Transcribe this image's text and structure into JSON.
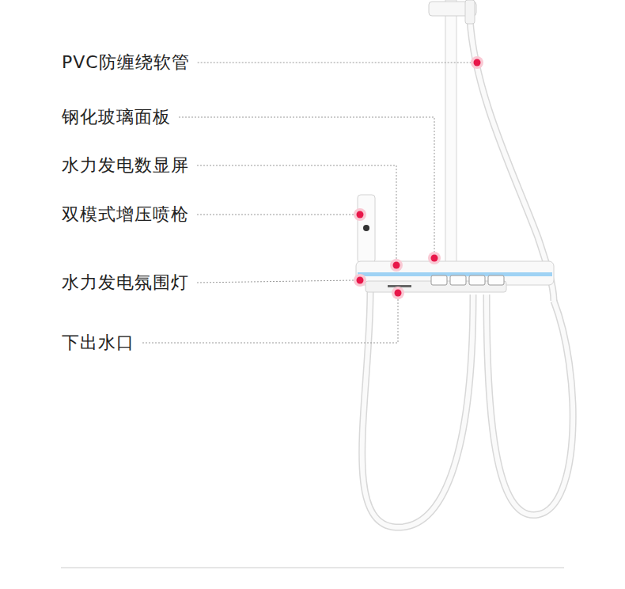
{
  "diagram": {
    "labels": [
      "PVC防缠绕软管",
      "钢化玻璃面板",
      "水力发电数显屏",
      "双模式增压喷枪",
      "水力发电氛围灯",
      "下出水口"
    ]
  }
}
